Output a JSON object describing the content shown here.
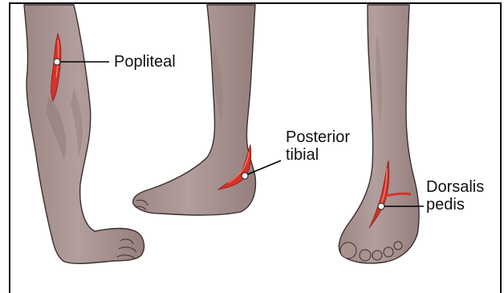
{
  "labels": {
    "popliteal": "Popliteal",
    "posterior_tibial_line1": "Posterior",
    "posterior_tibial_line2": "tibial",
    "dorsalis_pedis_line1": "Dorsalis",
    "dorsalis_pedis_line2": "pedis"
  },
  "colors": {
    "skin": "#a89391",
    "skin_shadow": "#8f7b79",
    "outline": "#3a3030",
    "artery": "#d9302a",
    "artery_highlight": "#f08b74",
    "border": "#000000"
  }
}
